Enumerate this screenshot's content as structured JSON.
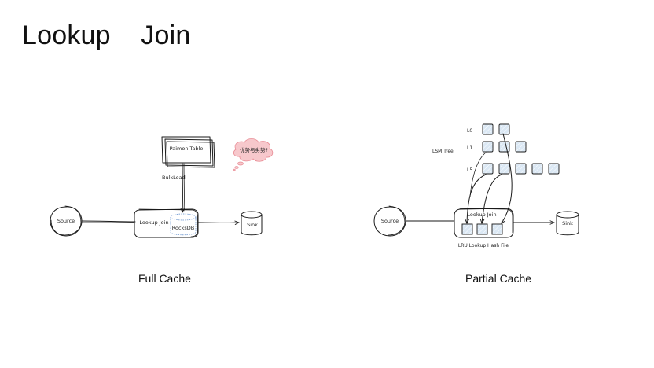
{
  "slide": {
    "title": "Lookup    Join"
  },
  "full_cache": {
    "caption": "Full Cache",
    "source_label": "Source",
    "lookup_join_label": "Lookup Join",
    "rocksdb_label": "RocksDB",
    "sink_label": "Sink",
    "paimon_table_label": "Paimon Table",
    "bulkload_label": "BulkLoad",
    "thought_bubble_text": "优势与劣势?",
    "colors": {
      "thought_bubble_fill": "#f7c8cc",
      "thought_bubble_stroke": "#e88a93",
      "rocksdb_stroke": "#7fa4d6"
    }
  },
  "partial_cache": {
    "caption": "Partial Cache",
    "source_label": "Source",
    "lookup_join_label": "Lookup Join",
    "sink_label": "Sink",
    "lru_label": "LRU Lookup Hash File",
    "lsm_tree_label": "LSM Tree",
    "levels": [
      {
        "label": "L0",
        "file_count": 2
      },
      {
        "label": "L1",
        "file_count": 3
      },
      {
        "label": "L5",
        "file_count": 5
      }
    ],
    "ellipsis": "......",
    "cached_file_count": 3,
    "colors": {
      "file_fill": "#dbe8f4"
    }
  }
}
